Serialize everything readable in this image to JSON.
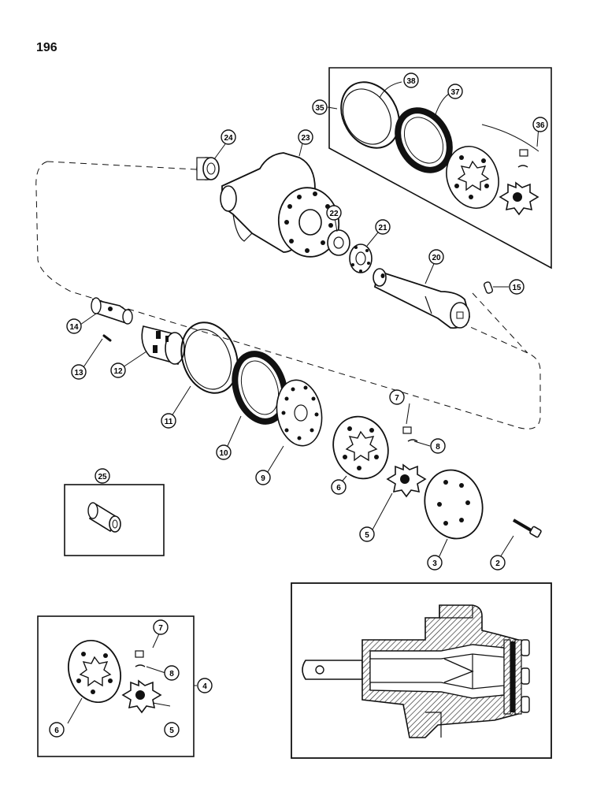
{
  "page": {
    "number": "196"
  },
  "callouts": {
    "c2": "2",
    "c3": "3",
    "c4": "4",
    "c5a": "5",
    "c5b": "5",
    "c6a": "6",
    "c6b": "6",
    "c7a": "7",
    "c7b": "7",
    "c8a": "8",
    "c8b": "8",
    "c9": "9",
    "c10": "10",
    "c11": "11",
    "c12": "12",
    "c13": "13",
    "c14": "14",
    "c15": "15",
    "c20": "20",
    "c21": "21",
    "c22": "22",
    "c23": "23",
    "c24": "24",
    "c25": "25",
    "c35": "35",
    "c36": "36",
    "c37": "37",
    "c38": "38"
  },
  "colors": {
    "ink": "#111111",
    "paper": "#ffffff",
    "hatch": "#444444"
  }
}
